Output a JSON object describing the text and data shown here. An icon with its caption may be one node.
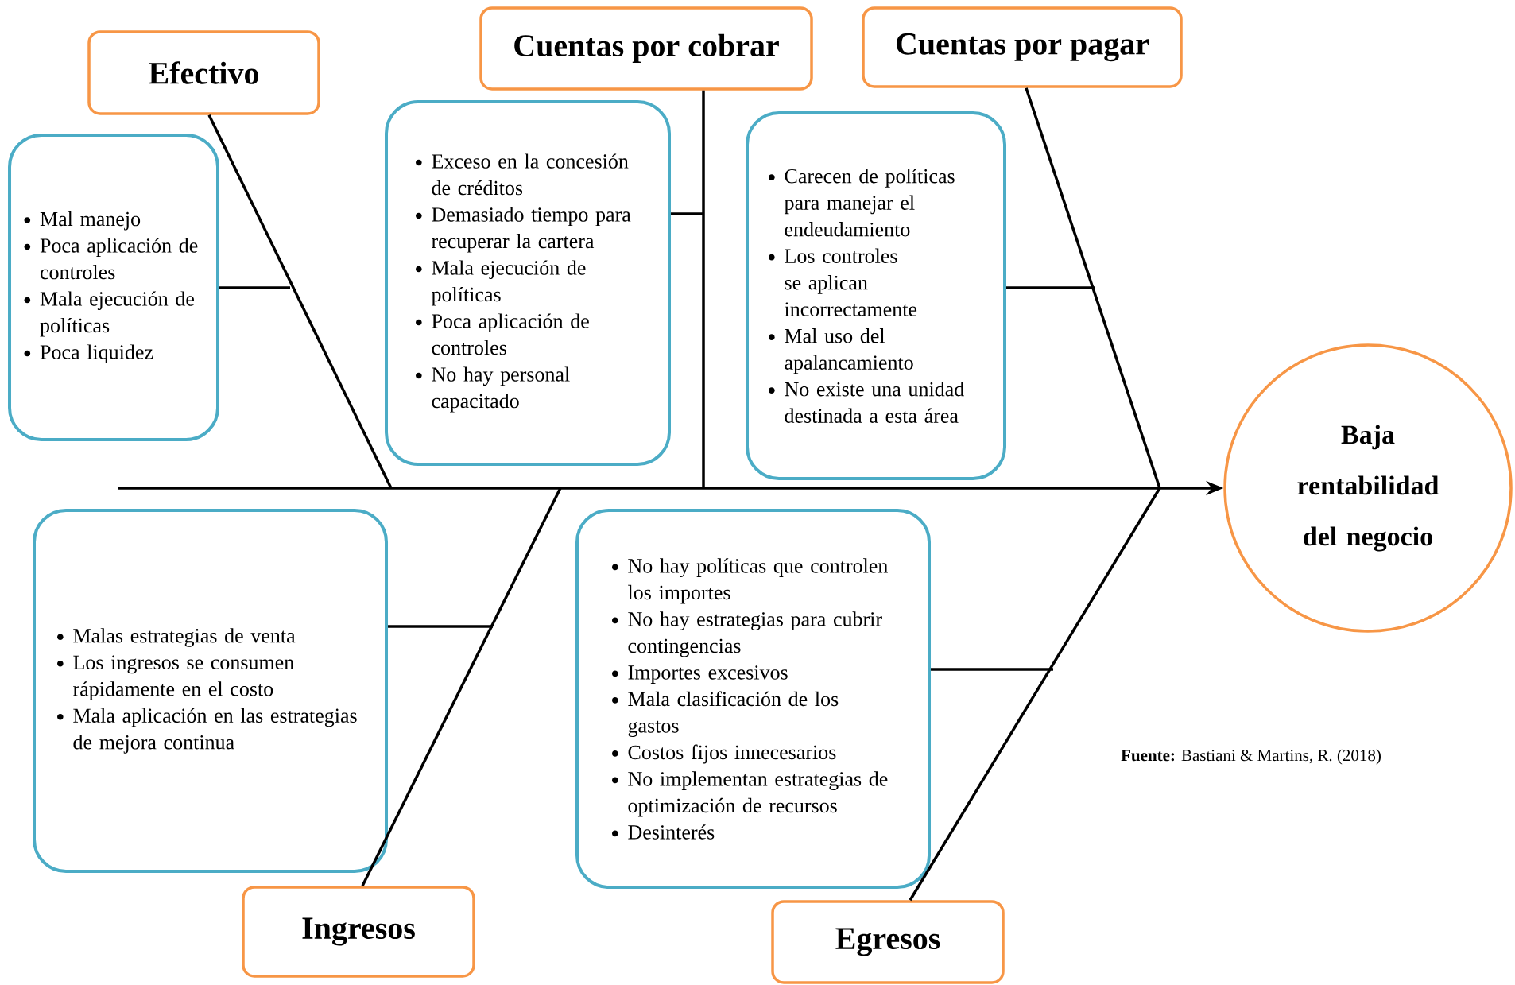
{
  "diagram": {
    "nodes": [
      {
        "text": [
          "Efectivo"
        ]
      },
      {
        "text": [
          "Cuentas por cobrar"
        ]
      },
      {
        "text": [
          "Cuentas por pagar"
        ]
      },
      {
        "text": [
          "Mal manejo",
          "Poca aplicación de controles",
          "Mala ejecución de políticas",
          "Poca liquidez"
        ]
      },
      {
        "text": [
          "Exceso en la concesión de créditos",
          "Demasiado tiempo para recuperar la cartera",
          "Mala ejecución de políticas",
          "Poca aplicación de controles",
          "No hay personal capacitado"
        ]
      },
      {
        "text": [
          "Carecen de políticas para manejar el endeudamiento",
          "Los controles se aplican incorrectamente",
          "Mal uso del apalancamiento",
          "No existe una unidad destinada a esta área"
        ]
      },
      {
        "text": [
          "Baja rentabilidad del negocio"
        ]
      },
      {
        "text": [
          "Malas estrategias de venta",
          "Los ingresos se consumen rápidamente en el costo",
          "Mala aplicación en las estrategias de mejora continua"
        ]
      },
      {
        "text": [
          "No hay políticas que controlen los importes",
          "No hay estrategias para cubrir contingencias",
          "Importes excesivos",
          "Mala clasificación de los gastos",
          "Costos fijos innecesarios",
          "No implementan estrategias de optimización de recursos",
          "Desinterés"
        ]
      },
      {
        "text": [
          "Ingresos"
        ]
      },
      {
        "text": [
          "Egresos"
        ]
      }
    ],
    "edges": [
      {
        "from": null,
        "to": 6,
        "arrow": "to"
      },
      {
        "from": 0,
        "to": null,
        "arrow": "none"
      },
      {
        "from": 1,
        "to": null,
        "arrow": "none"
      },
      {
        "from": 2,
        "to": null,
        "arrow": "none"
      },
      {
        "from": 9,
        "to": null,
        "arrow": "none"
      },
      {
        "from": 10,
        "to": null,
        "arrow": "none"
      },
      {
        "from": 3,
        "to": null,
        "arrow": "none"
      },
      {
        "from": 4,
        "to": null,
        "arrow": "none"
      },
      {
        "from": 5,
        "to": null,
        "arrow": "none"
      },
      {
        "from": 7,
        "to": null,
        "arrow": "none"
      },
      {
        "from": 8,
        "to": null,
        "arrow": "none"
      }
    ],
    "labels": [
      "**Fuente:** Bastiani & Martins, R. (2018)"
    ]
  }
}
